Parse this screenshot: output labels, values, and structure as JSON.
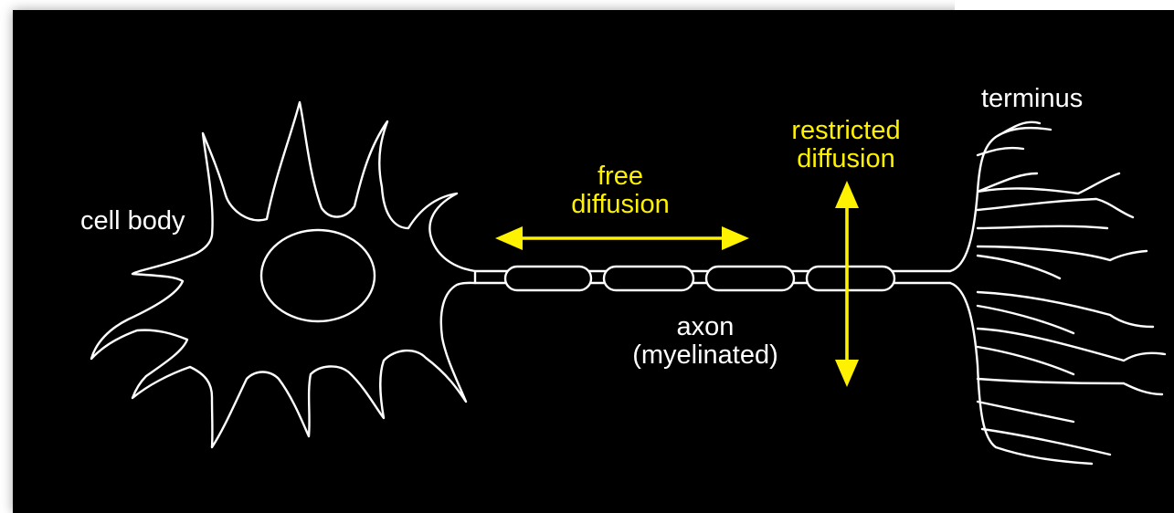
{
  "labels": {
    "cell_body": "cell body",
    "terminus": "terminus",
    "free_diffusion_line1": "free",
    "free_diffusion_line2": "diffusion",
    "restricted_diffusion_line1": "restricted",
    "restricted_diffusion_line2": "diffusion",
    "axon_line1": "axon",
    "axon_line2": "(myelinated)"
  },
  "colors": {
    "background": "#000000",
    "outline": "#ffffff",
    "arrow": "#fff200"
  }
}
